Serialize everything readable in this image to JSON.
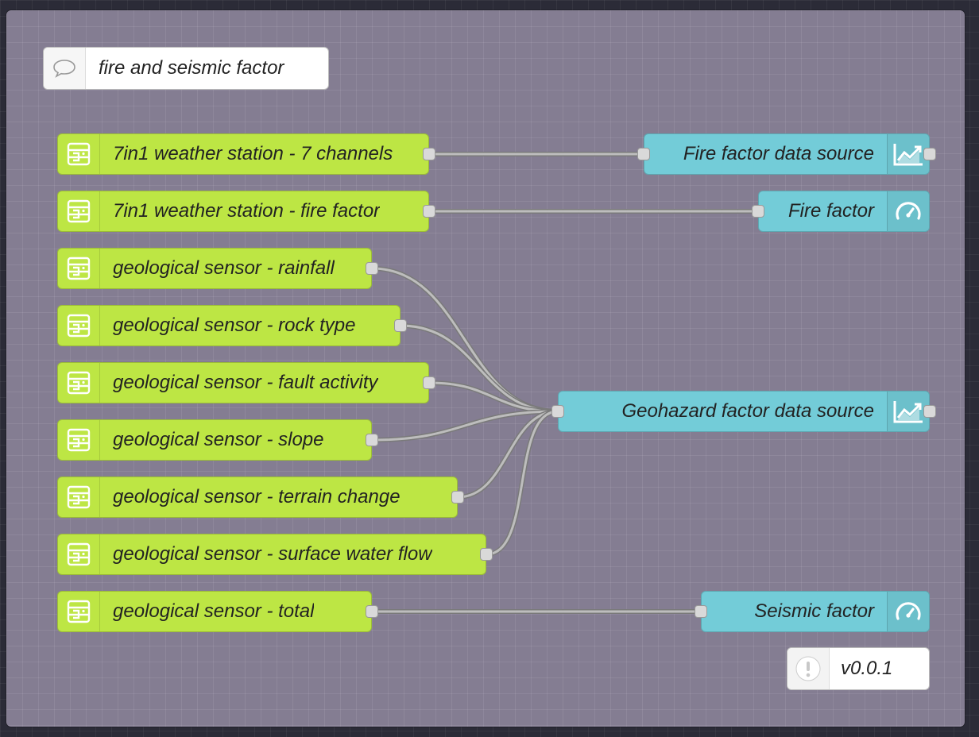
{
  "comment": {
    "label": "fire and seismic factor",
    "icon": "speech-bubble-icon"
  },
  "version": {
    "label": "v0.0.1",
    "icon": "exclamation-icon"
  },
  "colors": {
    "source_node": "#bde644",
    "sink_node": "#73ccd8",
    "workspace": "#847d92"
  },
  "sources": [
    {
      "id": "s1",
      "label": "7in1 weather station - 7 channels",
      "icon": "data-source-icon"
    },
    {
      "id": "s2",
      "label": "7in1 weather station - fire factor",
      "icon": "data-source-icon"
    },
    {
      "id": "s3",
      "label": "geological sensor - rainfall",
      "icon": "data-source-icon"
    },
    {
      "id": "s4",
      "label": "geological sensor - rock type",
      "icon": "data-source-icon"
    },
    {
      "id": "s5",
      "label": "geological sensor - fault activity",
      "icon": "data-source-icon"
    },
    {
      "id": "s6",
      "label": "geological sensor - slope",
      "icon": "data-source-icon"
    },
    {
      "id": "s7",
      "label": "geological sensor - terrain change",
      "icon": "data-source-icon"
    },
    {
      "id": "s8",
      "label": "geological sensor - surface water flow",
      "icon": "data-source-icon"
    },
    {
      "id": "s9",
      "label": "geological sensor - total",
      "icon": "data-source-icon"
    }
  ],
  "sinks": [
    {
      "id": "d1",
      "label": "Fire factor data source",
      "icon": "line-chart-icon"
    },
    {
      "id": "d2",
      "label": "Fire factor",
      "icon": "gauge-icon"
    },
    {
      "id": "d3",
      "label": "Geohazard factor data source",
      "icon": "line-chart-icon"
    },
    {
      "id": "d4",
      "label": "Seismic factor",
      "icon": "gauge-icon"
    }
  ],
  "wires": [
    [
      "s1",
      "d1"
    ],
    [
      "s2",
      "d2"
    ],
    [
      "s3",
      "d3"
    ],
    [
      "s4",
      "d3"
    ],
    [
      "s5",
      "d3"
    ],
    [
      "s6",
      "d3"
    ],
    [
      "s7",
      "d3"
    ],
    [
      "s8",
      "d3"
    ],
    [
      "s9",
      "d4"
    ]
  ]
}
